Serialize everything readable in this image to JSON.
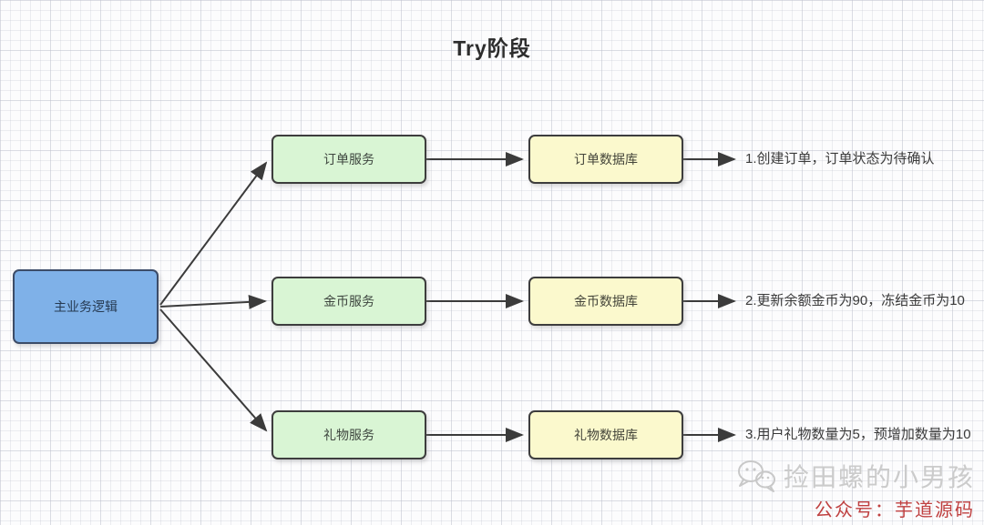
{
  "title": "Try阶段",
  "main_node": {
    "label": "主业务逻辑"
  },
  "rows": [
    {
      "service": "订单服务",
      "database": "订单数据库",
      "note": "1.创建订单，订单状态为待确认"
    },
    {
      "service": "金币服务",
      "database": "金币数据库",
      "note": "2.更新余额金币为90，冻结金币为10"
    },
    {
      "service": "礼物服务",
      "database": "礼物数据库",
      "note": "3.用户礼物数量为5，预增加数量为10"
    }
  ],
  "watermark": {
    "name": "捡田螺的小男孩",
    "account": "公众号：芋道源码"
  },
  "colors": {
    "main_fill": "#7fb1e8",
    "service_fill": "#d9f5d4",
    "database_fill": "#fbf9cd",
    "border": "#3d3d3d",
    "arrow": "#3b3b3b",
    "watermark_gray": "#cbcbcb",
    "watermark_red": "#bf4040"
  }
}
